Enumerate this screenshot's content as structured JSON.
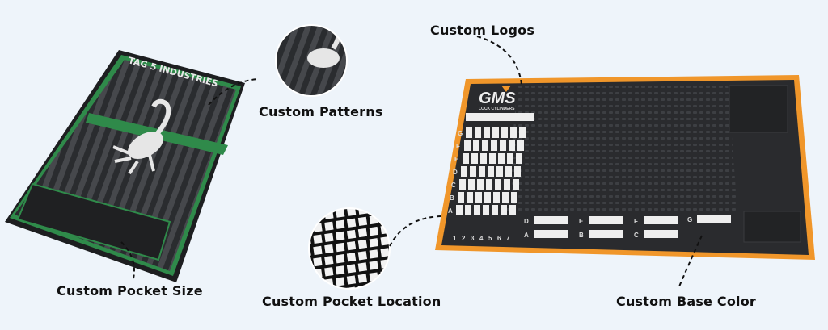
{
  "labels": {
    "custom_patterns": "Custom Patterns",
    "custom_pocket_size": "Custom Pocket Size",
    "custom_logos": "Custom Logos",
    "custom_pocket_location": "Custom Pocket Location",
    "custom_base_color": "Custom Base Color"
  },
  "left_mat": {
    "brand_text": "TAG 5 INDUSTRIES",
    "border_color": "#2f8a4a",
    "base_color": "#2b2d30"
  },
  "right_mat": {
    "logo": "GMS",
    "logo_subtitle": "LOCK CYLINDERS",
    "row_letters": [
      "G",
      "F",
      "E",
      "D",
      "C",
      "B",
      "A"
    ],
    "column_numbers": [
      "1",
      "2",
      "3",
      "4",
      "5",
      "6",
      "7"
    ],
    "pocket_letters": [
      "D",
      "A",
      "E",
      "B",
      "F",
      "C",
      "G"
    ],
    "border_color": "#f0962a",
    "base_color": "#2a2b2e"
  }
}
